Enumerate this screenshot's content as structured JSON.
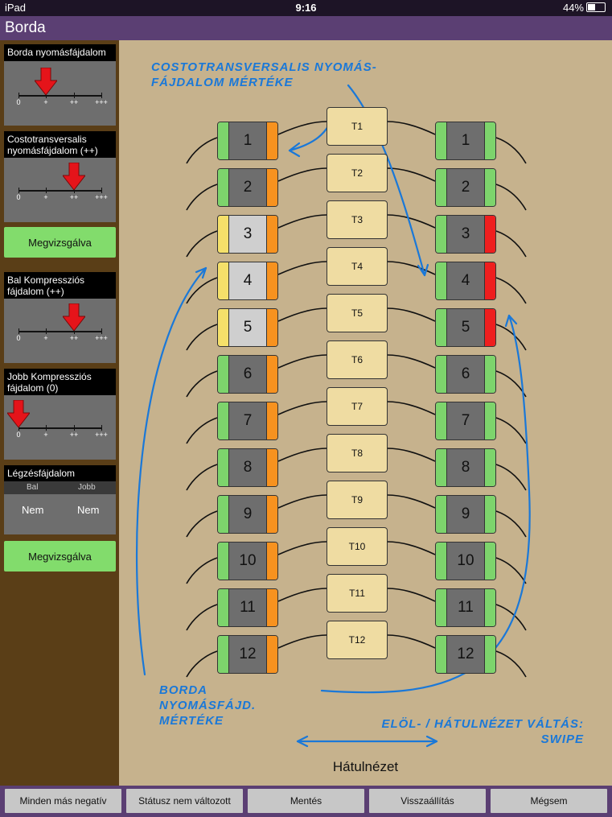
{
  "status_bar": {
    "device": "iPad",
    "time": "9:16",
    "battery": "44%"
  },
  "title": "Borda",
  "sidebar": {
    "panels": [
      {
        "label": "Borda nyomásfájdalom",
        "level": 1
      },
      {
        "label": "Costotransversalis nyomásfájdalom (++)",
        "level": 2
      },
      {
        "label": "Bal Kompressziós fájdalom (++)",
        "level": 2
      },
      {
        "label": "Jobb Kompressziós fájdalom (0)",
        "level": 0
      }
    ],
    "scale_labels": [
      "0",
      "+",
      "++",
      "+++"
    ],
    "examined_button": "Megvizsgálva",
    "breath": {
      "label": "Légzésfájdalom",
      "left_label": "Bal",
      "right_label": "Jobb",
      "left_value": "Nem",
      "right_value": "Nem"
    },
    "examined_button2": "Megvizsgálva"
  },
  "colors": {
    "green": "#7dd46c",
    "orange": "#f7921f",
    "yellow": "#f5e06a",
    "red": "#ef1e1e",
    "gray": "#6e6e6e",
    "light_gray": "#cfcfcf",
    "annotation": "#1a78d8"
  },
  "ribs_left": [
    {
      "n": "1",
      "inner": "green",
      "body": "gray",
      "outer": "orange"
    },
    {
      "n": "2",
      "inner": "green",
      "body": "gray",
      "outer": "orange"
    },
    {
      "n": "3",
      "inner": "yellow",
      "body": "light_gray",
      "outer": "orange"
    },
    {
      "n": "4",
      "inner": "yellow",
      "body": "light_gray",
      "outer": "orange"
    },
    {
      "n": "5",
      "inner": "yellow",
      "body": "light_gray",
      "outer": "orange"
    },
    {
      "n": "6",
      "inner": "green",
      "body": "gray",
      "outer": "orange"
    },
    {
      "n": "7",
      "inner": "green",
      "body": "gray",
      "outer": "orange"
    },
    {
      "n": "8",
      "inner": "green",
      "body": "gray",
      "outer": "orange"
    },
    {
      "n": "9",
      "inner": "green",
      "body": "gray",
      "outer": "orange"
    },
    {
      "n": "10",
      "inner": "green",
      "body": "gray",
      "outer": "orange"
    },
    {
      "n": "11",
      "inner": "green",
      "body": "gray",
      "outer": "orange"
    },
    {
      "n": "12",
      "inner": "green",
      "body": "gray",
      "outer": "orange"
    }
  ],
  "ribs_right": [
    {
      "n": "1",
      "inner": "green",
      "body": "gray",
      "outer": "green"
    },
    {
      "n": "2",
      "inner": "green",
      "body": "gray",
      "outer": "green"
    },
    {
      "n": "3",
      "inner": "green",
      "body": "gray",
      "outer": "red"
    },
    {
      "n": "4",
      "inner": "green",
      "body": "gray",
      "outer": "red"
    },
    {
      "n": "5",
      "inner": "green",
      "body": "gray",
      "outer": "red"
    },
    {
      "n": "6",
      "inner": "green",
      "body": "gray",
      "outer": "green"
    },
    {
      "n": "7",
      "inner": "green",
      "body": "gray",
      "outer": "green"
    },
    {
      "n": "8",
      "inner": "green",
      "body": "gray",
      "outer": "green"
    },
    {
      "n": "9",
      "inner": "green",
      "body": "gray",
      "outer": "green"
    },
    {
      "n": "10",
      "inner": "green",
      "body": "gray",
      "outer": "green"
    },
    {
      "n": "11",
      "inner": "green",
      "body": "gray",
      "outer": "green"
    },
    {
      "n": "12",
      "inner": "green",
      "body": "gray",
      "outer": "green"
    }
  ],
  "vertebrae": [
    "T1",
    "T2",
    "T3",
    "T4",
    "T5",
    "T6",
    "T7",
    "T8",
    "T9",
    "T10",
    "T11",
    "T12"
  ],
  "annotations": {
    "top": [
      "COSTOTRANSVERSALIS NYOMÁS-",
      "FÁJDALOM MÉRTÉKE"
    ],
    "bottom_left": [
      "BORDA",
      "NYOMÁSFÁJD.",
      "MÉRTÉKE"
    ],
    "bottom_right": [
      "ELÖL- / HÁTULNÉZET VÁLTÁS:",
      "SWIPE"
    ]
  },
  "view_label": "Hátulnézet",
  "toolbar": [
    "Minden más negatív",
    "Státusz nem változott",
    "Mentés",
    "Visszaállítás",
    "Mégsem"
  ]
}
